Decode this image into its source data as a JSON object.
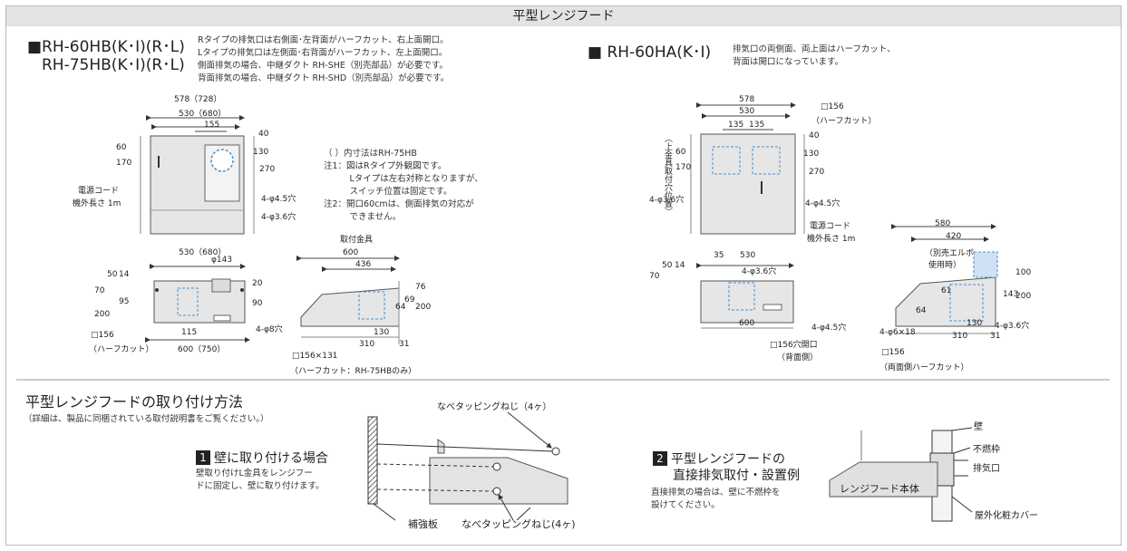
{
  "title": "平型レンジフード",
  "left": {
    "model_line1": "■RH-60HB(K･I)(R･L)",
    "model_line2": "RH-75HB(K･I)(R･L)",
    "notes": [
      "Rタイプの排気口は右側面･左背面がハーフカット、右上面開口。",
      "Lタイプの排気口は左側面･右背面がハーフカット、左上面開口。",
      "側面排気の場合、中継ダクト RH-SHE（別売部品）が必要です。",
      "背面排気の場合、中継ダクト RH-SHD（別売部品）が必要です。"
    ],
    "notes2": [
      "（ ）内寸法はRH-75HB",
      "注1：図はRタイプ外観図です。",
      "　　　Lタイプは左右対称となりますが、",
      "　　　スイッチ位置は固定です。",
      "注2：開口60cmは、側面排気の対応が",
      "　　　できません。"
    ],
    "front": {
      "dim_578": "578（728）",
      "dim_530": "530（680）",
      "dim_155": "155",
      "dim_40": "40",
      "dim_130": "130",
      "dim_270": "270",
      "dim_170": "170",
      "dim_60": "60",
      "hole_45": "4-φ4.5穴",
      "hole_36": "4-φ3.6穴",
      "cord": "電源コード",
      "cord_len": "機外長さ 1m"
    },
    "top": {
      "dim_530": "530（680）",
      "dim_143": "φ143",
      "dim_70": "70",
      "dim_50": "50",
      "dim_14": "14",
      "dim_95": "95",
      "dim_200": "200",
      "dim_20": "20",
      "dim_90": "90",
      "dim_115": "115",
      "dim_600": "600（750）",
      "hole_8": "4-φ8穴",
      "half": "□156",
      "half2": "（ハーフカット）"
    },
    "side": {
      "bracket": "取付金具",
      "dim_600": "600",
      "dim_436": "436",
      "dim_76": "76",
      "dim_69": "69",
      "dim_64": "64",
      "dim_200": "200",
      "dim_130": "130",
      "dim_310": "310",
      "dim_31": "31",
      "cut": "□156×131",
      "cut2": "（ハーフカット：RH-75HBのみ）"
    }
  },
  "right": {
    "model": "■ RH-60HA(K･I)",
    "notes": [
      "排気口の両側面、両上面はハーフカット、",
      "背面は開口になっています。"
    ],
    "front": {
      "dim_578": "578",
      "dim_530": "530",
      "dim_135a": "135",
      "dim_135b": "135",
      "half": "□156",
      "half2": "（ハーフカット）",
      "vertical": "（上金具取付穴位置）",
      "dim_40": "40",
      "dim_130": "130",
      "dim_270": "270",
      "dim_170": "170",
      "dim_60": "60",
      "hole_36": "4-φ3.6穴",
      "hole_45": "4-φ4.5穴",
      "cord": "電源コード",
      "cord_len": "機外長さ 1m"
    },
    "top": {
      "dim_530": "530",
      "dim_35": "35",
      "hole_36": "4-φ3.6穴",
      "dim_70": "70",
      "dim_50": "50",
      "dim_14": "14",
      "dim_600": "600",
      "hole_45": "4-φ4.5穴",
      "open": "□156穴開口",
      "open2": "（背面側）"
    },
    "side": {
      "dim_580": "580",
      "dim_420": "420",
      "elbow": "（別売エルボ",
      "elbow2": "使用時）",
      "dim_100": "100",
      "dim_143": "143",
      "dim_200": "200",
      "dim_64": "64",
      "dim_61": "61",
      "dim_130": "130",
      "dim_310": "310",
      "dim_31": "31",
      "hole_6": "4-φ6×18",
      "hole_36": "4-φ3.6穴",
      "half": "□156",
      "half2": "（両面側ハーフカット）"
    }
  },
  "install": {
    "heading": "平型レンジフードの取り付け方法",
    "sub": "（詳細は、製品に同梱されている取付説明書をご覧ください。）",
    "screw_top": "なべタッピングねじ（4ヶ）",
    "step1_num": "1",
    "step1_title": "壁に取り付ける場合",
    "step1_desc1": "壁取り付けL金具をレンジフー",
    "step1_desc2": "ドに固定し、壁に取り付けます。",
    "reinforce": "補強板",
    "screw_bottom": "なべタッピングねじ(4ヶ)",
    "step2_num": "2",
    "step2_title1": "平型レンジフードの",
    "step2_title2": "直接排気取付・設置例",
    "step2_desc1": "直接排気の場合は、壁に不燃枠を",
    "step2_desc2": "設けてください。",
    "wall": "壁",
    "frame": "不燃枠",
    "exhaust": "排気口",
    "body": "レンジフード本体",
    "cover": "屋外化粧カバー"
  }
}
